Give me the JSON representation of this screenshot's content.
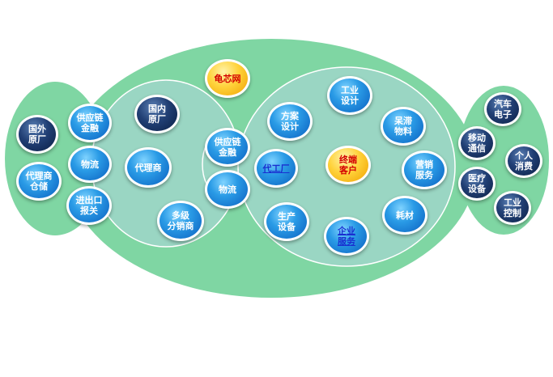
{
  "colors": {
    "outer_fill": "#7fd6a3",
    "inner_fill": "#9ad6c3",
    "circle_stroke": "#ffffff",
    "blue_bubble": "#2a9be6",
    "navy_bubble": "#213f74",
    "gold_bubble": "#ffd23a",
    "gold_text": "#d40000",
    "link_text": "#1a2fd0"
  },
  "nodes": {
    "guowai_yuanchang": "国外\n原厂",
    "dailishang_cangchu": "代理商\n仓储",
    "gongyinglian_jinrong_left": "供应链\n金融",
    "wuliu_left": "物流",
    "jinchukou_baoguan": "进出口\n报关",
    "guonei_yuanchang": "国内\n原厂",
    "dailishang": "代理商",
    "duoji_fenxiaoshang": "多级\n分销商",
    "guixinwang": "龟芯网",
    "gongyinglian_jinrong_mid": "供应链\n金融",
    "wuliu_mid": "物流",
    "fangan_sheji": "方案\n设计",
    "gongye_sheji": "工业\n设计",
    "daigongchang": "代工厂",
    "zhongduan_kehu": "终端\n客户",
    "shengchan_shebei": "生产\n设备",
    "qiye_fuwu": "企业\n服务",
    "daizhi_wuliao": "呆滞\n物料",
    "yingxiao_fuwu": "营销\n服务",
    "haocai": "耗材",
    "qiche_dianzi": "汽车\n电子",
    "yidong_tongxin": "移动\n通信",
    "geren_xiaofei": "个人\n消费",
    "yiliao_shebei": "医疗\n设备",
    "gongye_kongzhi": "工业\n控制"
  }
}
